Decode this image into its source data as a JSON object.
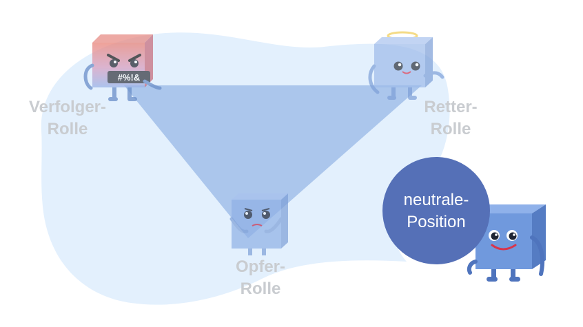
{
  "diagram": {
    "roles": {
      "verfolger": {
        "line1": "Verfolger-",
        "line2": "Rolle",
        "badge": "#%!&"
      },
      "retter": {
        "line1": "Retter-",
        "line2": "Rolle"
      },
      "opfer": {
        "line1": "Opfer-",
        "line2": "Rolle"
      }
    },
    "neutral": {
      "line1": "neutrale-",
      "line2": "Position"
    }
  },
  "colors": {
    "blob": "#e3f0fd",
    "triangle": "#98b8e6",
    "cube_front": "#7099dd",
    "cube_top": "#93b5ea",
    "cube_side": "#5a83c8",
    "angry_top": "#e98b84",
    "neutral_circle": "#5570b7",
    "label_gray": "#c9ccd0",
    "smile": "#d8344c"
  },
  "icons": [
    "angry-cube-character",
    "angel-cube-character",
    "sad-cube-character",
    "happy-cube-character",
    "halo-icon"
  ]
}
